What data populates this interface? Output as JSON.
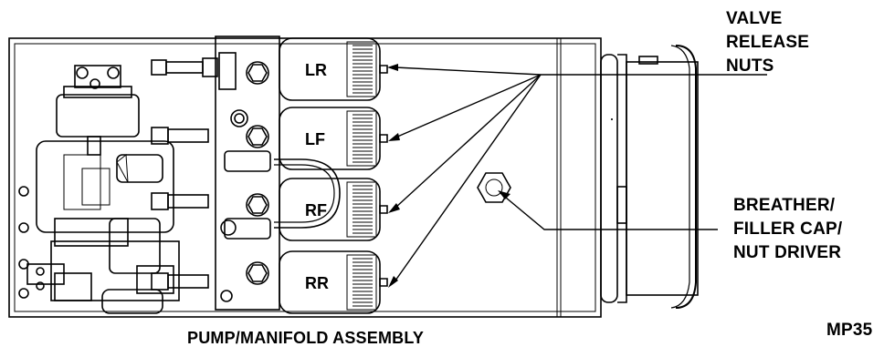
{
  "callouts": {
    "valve_release_nuts": [
      "VALVE",
      "RELEASE",
      "NUTS"
    ],
    "breather": [
      "BREATHER/",
      "FILLER CAP/",
      "NUT DRIVER"
    ]
  },
  "valves": [
    "LR",
    "LF",
    "RF",
    "RR"
  ],
  "caption": "PUMP/MANIFOLD ASSEMBLY",
  "figure_id": "MP35"
}
